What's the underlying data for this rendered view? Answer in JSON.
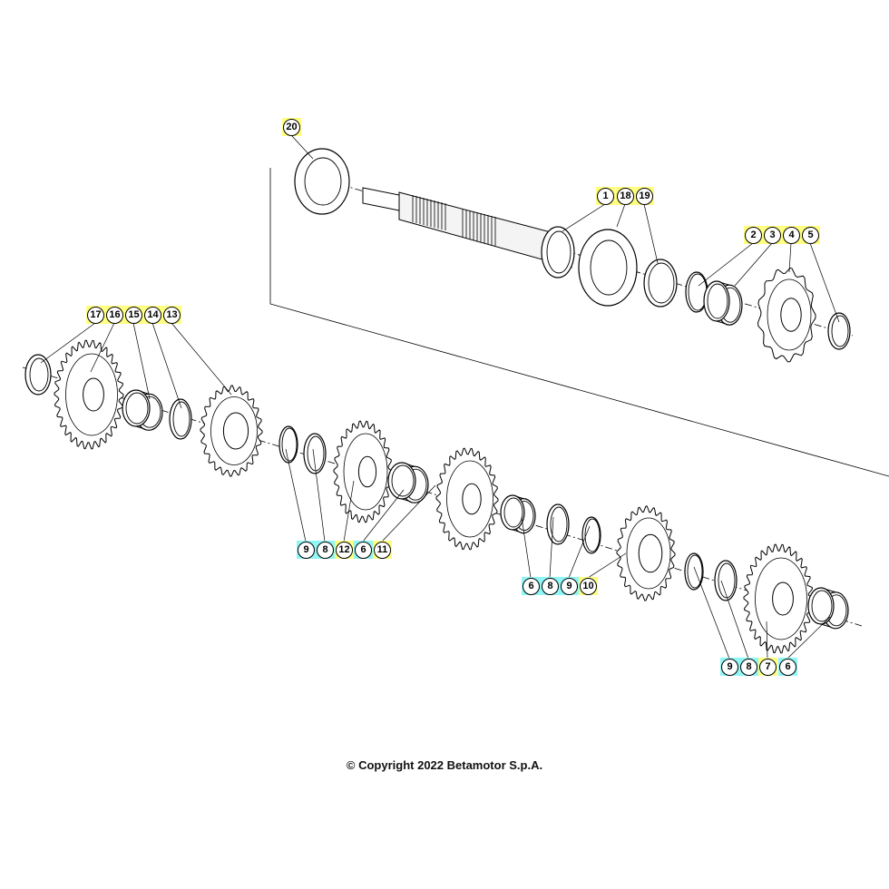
{
  "colors": {
    "label_yellow": "#ffff80",
    "label_cyan": "#8ff5f5",
    "line": "#000000"
  },
  "callouts": [
    {
      "num": "20",
      "group": "yellow"
    },
    {
      "num": "1",
      "group": "yellow"
    },
    {
      "num": "18",
      "group": "yellow"
    },
    {
      "num": "19",
      "group": "yellow"
    },
    {
      "num": "2",
      "group": "yellow"
    },
    {
      "num": "3",
      "group": "yellow"
    },
    {
      "num": "4",
      "group": "yellow"
    },
    {
      "num": "5",
      "group": "yellow"
    },
    {
      "num": "17",
      "group": "yellow"
    },
    {
      "num": "16",
      "group": "yellow"
    },
    {
      "num": "15",
      "group": "yellow"
    },
    {
      "num": "14",
      "group": "yellow"
    },
    {
      "num": "13",
      "group": "yellow"
    },
    {
      "num": "9",
      "group": "cyan"
    },
    {
      "num": "8",
      "group": "cyan"
    },
    {
      "num": "12",
      "group": "yellow"
    },
    {
      "num": "6",
      "group": "cyan"
    },
    {
      "num": "11",
      "group": "yellow"
    },
    {
      "num": "6",
      "group": "cyan"
    },
    {
      "num": "8",
      "group": "cyan"
    },
    {
      "num": "9",
      "group": "cyan"
    },
    {
      "num": "10",
      "group": "yellow"
    },
    {
      "num": "9",
      "group": "cyan"
    },
    {
      "num": "8",
      "group": "cyan"
    },
    {
      "num": "7",
      "group": "yellow"
    },
    {
      "num": "6",
      "group": "cyan"
    }
  ],
  "copyright": "© Copyright 2022 Betamotor S.p.A."
}
